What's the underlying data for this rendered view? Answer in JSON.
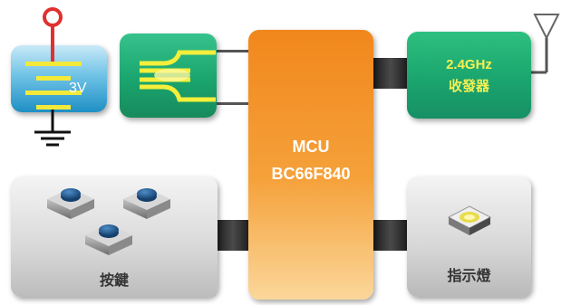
{
  "mcu": {
    "line1": "MCU",
    "line2": "BC66F840"
  },
  "rf": {
    "line1": "2.4GHz",
    "line2": "收發器"
  },
  "battery": {
    "voltage": "3V"
  },
  "buttons": {
    "label": "按鍵"
  },
  "led": {
    "label": "指示燈"
  },
  "colors": {
    "mcu": "#f5a13a",
    "rf": "#1aa56e",
    "sensor": "#1aa56e",
    "battery": "#4fb3e0",
    "buttons": "#d6d6d6",
    "led": "#d6d6d6",
    "rf_text": "#f7f052"
  }
}
